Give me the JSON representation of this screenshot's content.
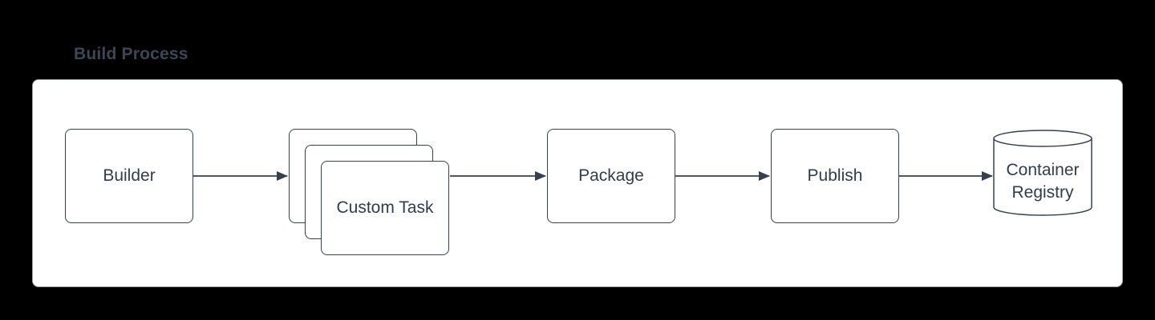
{
  "title": "Build Process",
  "diagram": {
    "nodes": [
      {
        "id": "builder",
        "label": "Builder",
        "shape": "rounded-rectangle"
      },
      {
        "id": "custom-task",
        "label": "Custom Task",
        "shape": "stacked-rounded-rectangles",
        "instances": 3
      },
      {
        "id": "package",
        "label": "Package",
        "shape": "rounded-rectangle"
      },
      {
        "id": "publish",
        "label": "Publish",
        "shape": "rounded-rectangle"
      },
      {
        "id": "container-registry",
        "label": "Container Registry",
        "shape": "cylinder"
      }
    ],
    "edges": [
      {
        "from": "builder",
        "to": "custom-task"
      },
      {
        "from": "custom-task",
        "to": "package"
      },
      {
        "from": "package",
        "to": "publish"
      },
      {
        "from": "publish",
        "to": "container-registry"
      }
    ]
  },
  "colors": {
    "background": "#000000",
    "canvas_fill": "#ffffff",
    "canvas_border": "#9ba2a9",
    "shape_stroke": "#36404e",
    "shape_fill": "#ffffff",
    "text": "#333c49",
    "title_text": "#3d4754",
    "arrow": "#36404e"
  }
}
